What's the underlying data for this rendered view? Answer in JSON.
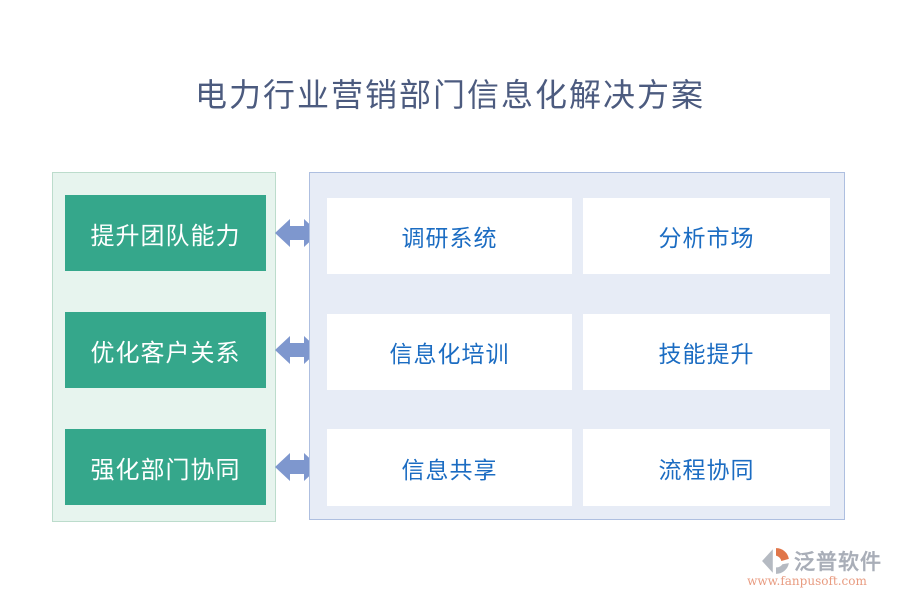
{
  "title": "电力行业营销部门信息化解决方案",
  "left_panel": {
    "items": [
      {
        "label": "提升团队能力"
      },
      {
        "label": "优化客户关系"
      },
      {
        "label": "强化部门协同"
      }
    ]
  },
  "right_panel": {
    "rows": [
      {
        "left": "调研系统",
        "right": "分析市场"
      },
      {
        "left": "信息化培训",
        "right": "技能提升"
      },
      {
        "left": "信息共享",
        "right": "流程协同"
      }
    ]
  },
  "footer": {
    "brand": "泛普软件",
    "url": "www.fanpusoft.com"
  },
  "colors": {
    "title_text": "#4c5b7f",
    "goal_button_bg": "#35a78b",
    "goal_panel_bg": "#e7f4ee",
    "goal_panel_border": "#bcdccc",
    "solution_panel_bg": "#e7ecf6",
    "solution_panel_border": "#aebfe0",
    "solution_text": "#1b6cc2",
    "arrow": "#7e97ce",
    "brand_text": "#a9aeb8",
    "brand_url": "#e89b80",
    "brand_icon_orange": "#e0764a",
    "brand_icon_gray": "#b5bac2"
  }
}
